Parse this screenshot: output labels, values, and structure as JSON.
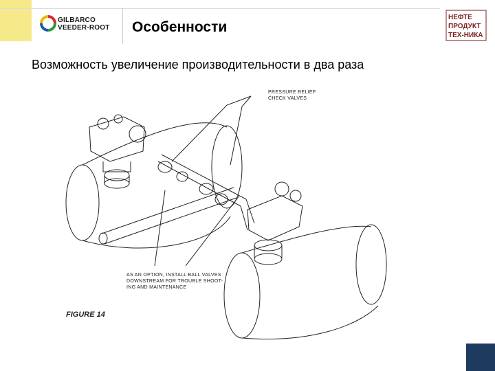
{
  "header": {
    "brand_line1": "GILBARCO",
    "brand_line2": "VEEDER-ROOT",
    "title": "Особенности",
    "right_logo_text": "НЕФТЕ ПРОДУКТ ТЕХ-НИКА"
  },
  "subtitle": "Возможность увеличение производительности в два раза",
  "diagram": {
    "callout_top_line1": "PRESSURE RELIEF",
    "callout_top_line2": "CHECK VALVES",
    "callout_bottom_line1": "AS AN OPTION, INSTALL BALL VALVES",
    "callout_bottom_line2": "DOWNSTREAM FOR TROUBLE SHOOT-",
    "callout_bottom_line3": "ING AND MAINTENANCE",
    "figure_label": "FIGURE 14"
  },
  "colors": {
    "yellow_accent": "#f6e98a",
    "navy_block": "#1f3a5f",
    "logo_red": "#d62b2b",
    "logo_blue": "#1e5aa8",
    "logo_green": "#2d9a47"
  }
}
